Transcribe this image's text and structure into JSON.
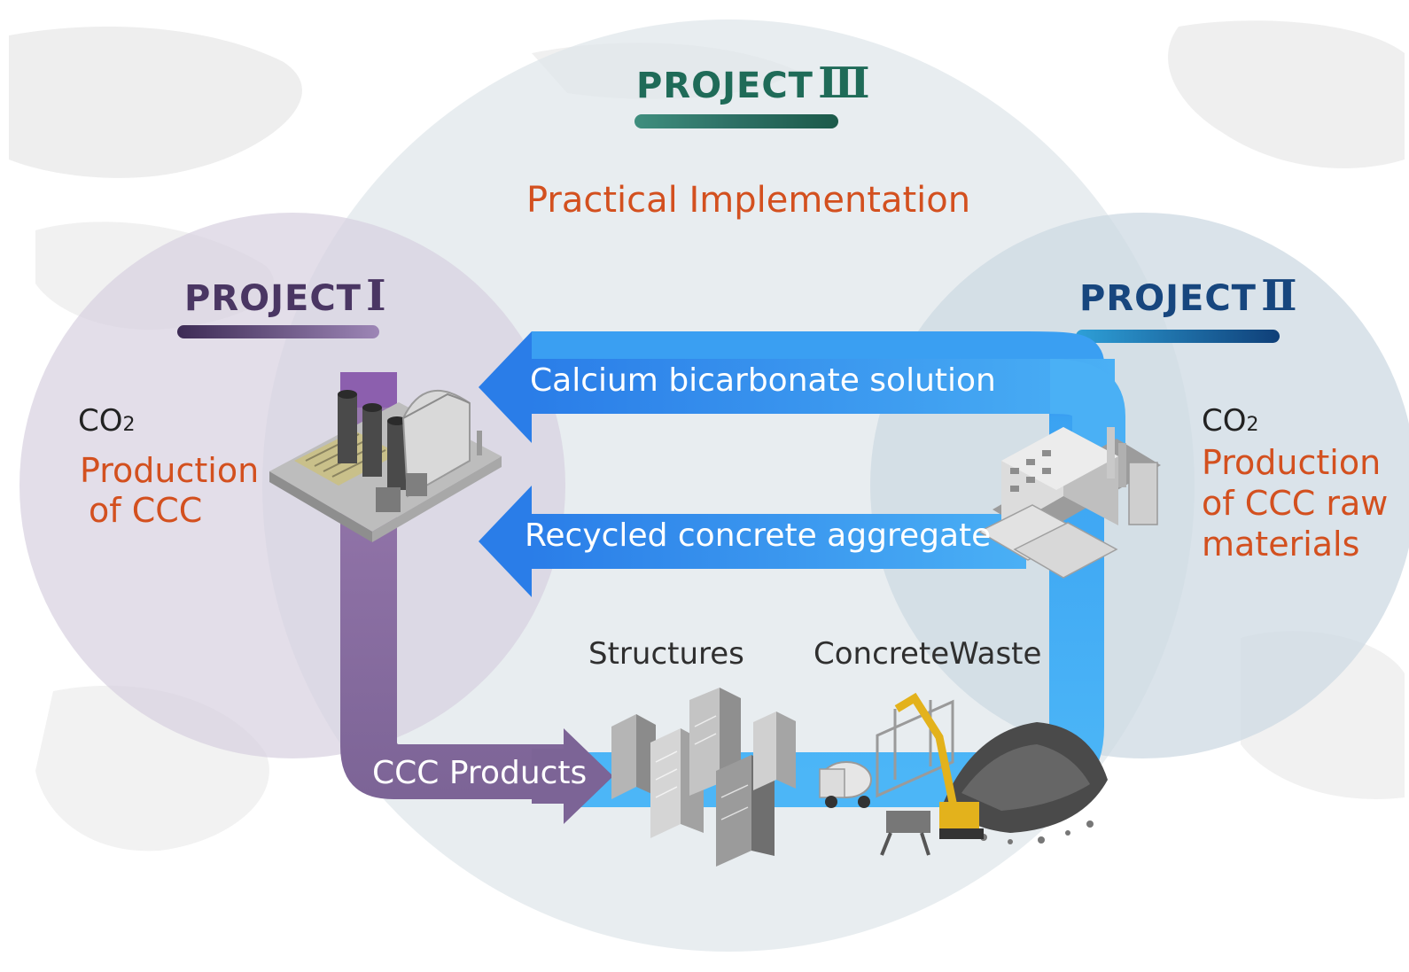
{
  "project3": {
    "title": "PROJECT",
    "numeral": "Ⅲ",
    "subtitle": "Practical Implementation"
  },
  "project1": {
    "title": "PROJECT",
    "numeral": "Ⅰ",
    "co2_main": "CO",
    "co2_sub": "2",
    "line1": "Production",
    "line2": "of CCC"
  },
  "project2": {
    "title": "PROJECT",
    "numeral": "Ⅱ",
    "co2_main": "CO",
    "co2_sub": "2",
    "line1": "Production",
    "line2": "of CCC raw",
    "line3": "materials"
  },
  "flows": {
    "calcium": "Calcium bicarbonate solution",
    "recycled": "Recycled concrete aggregate",
    "products": "CCC Products"
  },
  "labels": {
    "structures": "Structures",
    "waste": "ConcreteWaste"
  },
  "colors": {
    "project1": "#4a3663",
    "project2": "#17467e",
    "project3": "#1f6b58",
    "accent_orange": "#d3501f",
    "flow_blue": "#2f8ff0",
    "flow_purple": "#8f6ea5"
  },
  "icons": [
    "factory-icon",
    "plant-icon",
    "buildings-icon",
    "construction-site-icon"
  ]
}
